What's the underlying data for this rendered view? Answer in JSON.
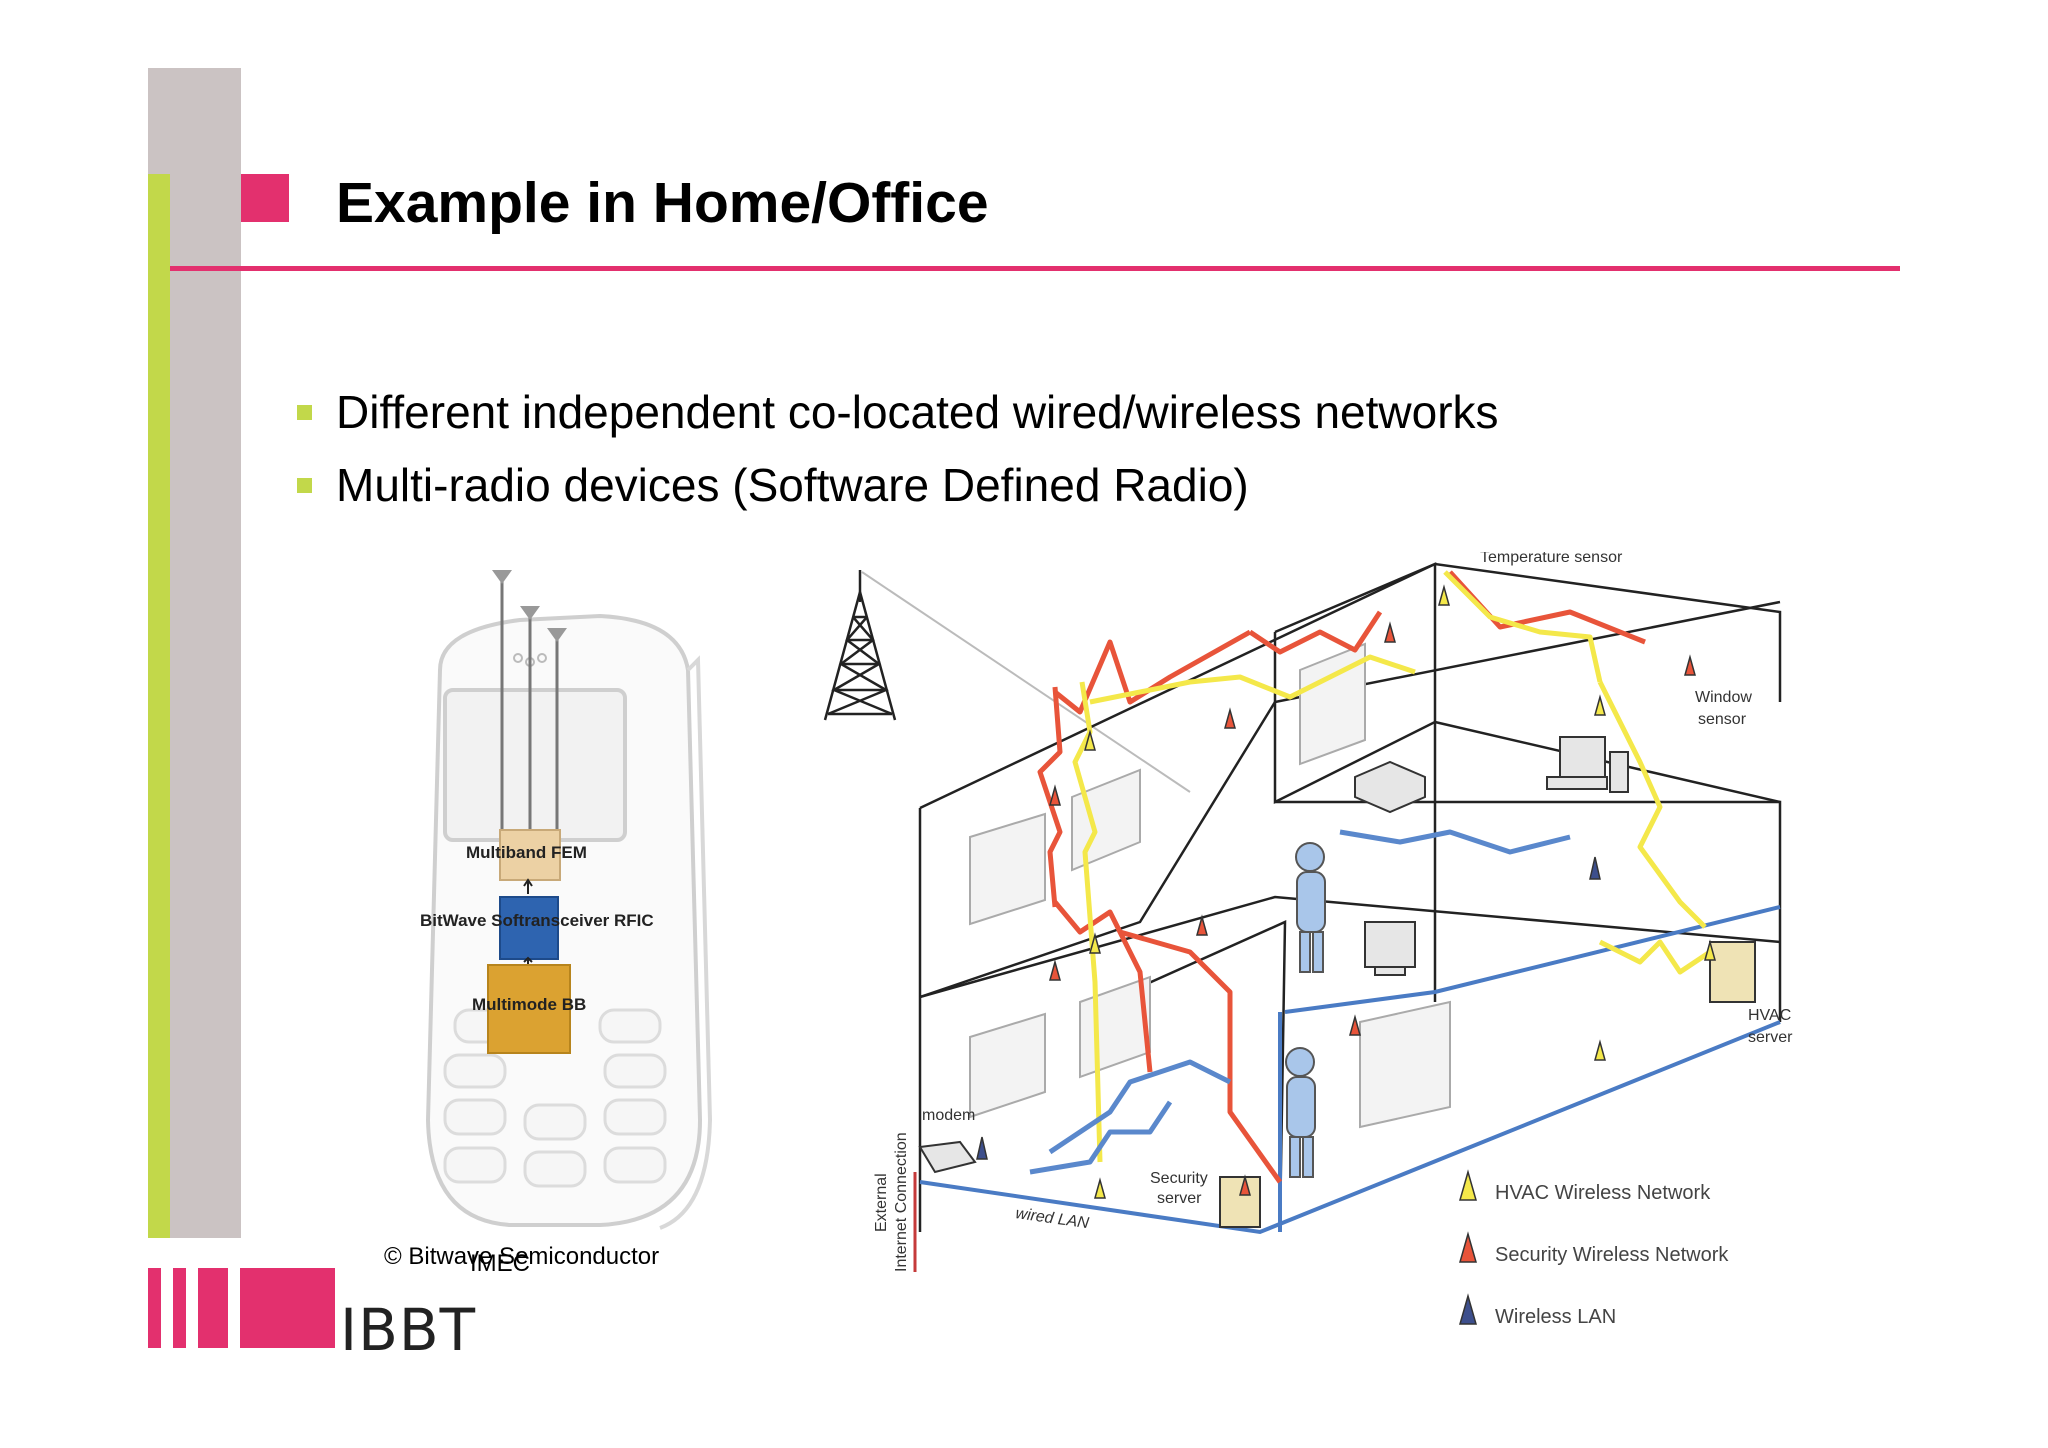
{
  "slide": {
    "title": "Example in Home/Office",
    "bullets": [
      "Different independent co-located wired/wireless networks",
      "Multi-radio devices (Software Defined Radio)"
    ]
  },
  "phone_diagram": {
    "blocks": {
      "fem": "Multiband FEM",
      "rfic": "BitWave Softransceiver RFIC",
      "bb": "Multimode BB"
    }
  },
  "network_diagram": {
    "labels": {
      "temperature_sensor": "Temperature sensor",
      "window_sensor_1": "Window",
      "window_sensor_2": "sensor",
      "hvac_server_1": "HVAC",
      "hvac_server_2": "server",
      "security_server_1": "Security",
      "security_server_2": "server",
      "modem": "modem",
      "wired_lan": "wired LAN",
      "external_1": "External",
      "external_2": "Internet Connection"
    },
    "legend": [
      {
        "label": "HVAC Wireless Network",
        "color": "#f4e84a"
      },
      {
        "label": "Security Wireless Network",
        "color": "#e8543a"
      },
      {
        "label": "Wireless LAN",
        "color": "#3d4f8c"
      }
    ]
  },
  "footer": {
    "copyright": "© Bitwave Semiconductor",
    "overlap_text": "IMEC",
    "logo_text": "IBBT"
  },
  "colors": {
    "accent_magenta": "#e3306e",
    "accent_green": "#c2d84a",
    "sidebar_gray": "#cbc3c3"
  }
}
